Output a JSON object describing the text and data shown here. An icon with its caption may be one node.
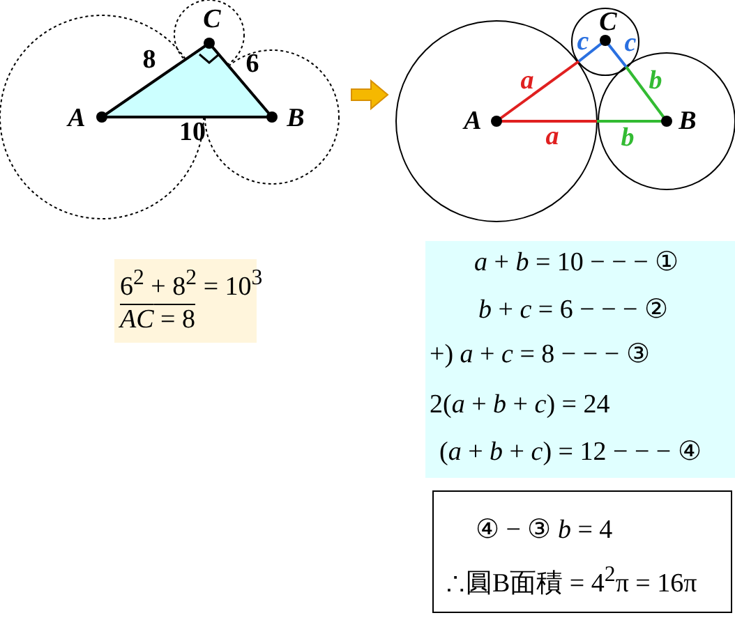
{
  "diagram": {
    "nodes": [
      {
        "text": [
          "6$^{2}$ + 8$^{2}$ = 10$^{3}$",
          "*AC* = 8"
        ]
      },
      {
        "text": [
          "*a* + *b* = 10 − − − ①",
          "*b* + *c* = 6 − − − ②",
          "+) *a* + *c* = 8 − − − ③",
          "2(*a* + *b* + *c*) = 24",
          "(*a* + *b* + *c*) = 12 − − − ④"
        ]
      },
      {
        "text": [
          "④ − ③   *b* = 4",
          "∴圓B面積 = 4$^{2}$π = 16π"
        ]
      }
    ],
    "labels": [
      "C",
      "8",
      "6",
      "A",
      "B",
      "10",
      "C",
      "c",
      "c",
      "a",
      "b",
      "A",
      "B",
      "a",
      "b"
    ]
  }
}
